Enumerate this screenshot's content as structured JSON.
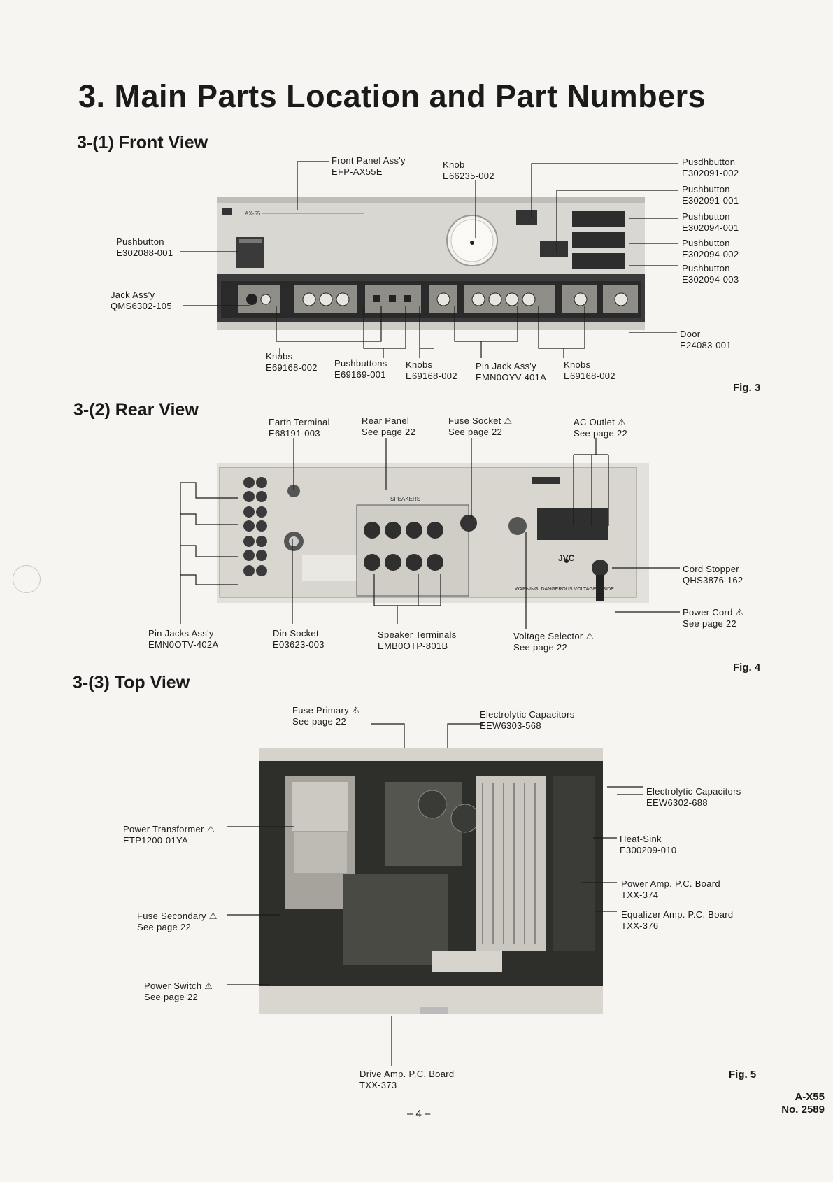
{
  "page": {
    "title": "3. Main Parts Location and Part Numbers",
    "page_number": "– 4 –",
    "model": "A-X55",
    "doc_no": "No. 2589"
  },
  "sections": {
    "front": {
      "heading": "3-(1)  Front View",
      "figure": "Fig. 3"
    },
    "rear": {
      "heading": "3-(2)  Rear View",
      "figure": "Fig. 4"
    },
    "top": {
      "heading": "3-(3)  Top View",
      "figure": "Fig. 5"
    }
  },
  "front_labels": {
    "front_panel": {
      "name": "Front Panel Ass'y",
      "part": "EFP-AX55E"
    },
    "knob_volume": {
      "name": "Knob",
      "part": "E66235-002"
    },
    "pushbutton_1": {
      "name": "Pusdhbutton",
      "part": "E302091-002"
    },
    "pushbutton_2": {
      "name": "Pushbutton",
      "part": "E302091-001"
    },
    "pushbutton_3": {
      "name": "Pushbutton",
      "part": "E302094-001"
    },
    "pushbutton_4": {
      "name": "Pushbutton",
      "part": "E302094-002"
    },
    "pushbutton_5": {
      "name": "Pushbutton",
      "part": "E302094-003"
    },
    "pushbutton_power": {
      "name": "Pushbutton",
      "part": "E302088-001"
    },
    "jack": {
      "name": "Jack Ass'y",
      "part": "QMS6302-105"
    },
    "door": {
      "name": "Door",
      "part": "E24083-001"
    },
    "knobs_1": {
      "name": "Knobs",
      "part": "E69168-002"
    },
    "pushbuttons": {
      "name": "Pushbuttons",
      "part": "E69169-001"
    },
    "knobs_2": {
      "name": "Knobs",
      "part": "E69168-002"
    },
    "pin_jack": {
      "name": "Pin Jack Ass'y",
      "part": "EMN0OYV-401A"
    },
    "knobs_3": {
      "name": "Knobs",
      "part": "E69168-002"
    }
  },
  "rear_labels": {
    "earth": {
      "name": "Earth Terminal",
      "part": "E68191-003"
    },
    "rear_panel": {
      "name": "Rear Panel",
      "part": "See page 22"
    },
    "fuse_socket": {
      "name": "Fuse Socket ⚠",
      "part": "See page 22"
    },
    "ac_outlet": {
      "name": "AC Outlet ⚠",
      "part": "See page 22"
    },
    "cord_stopper": {
      "name": "Cord Stopper",
      "part": "QHS3876-162"
    },
    "power_cord": {
      "name": "Power Cord ⚠",
      "part": "See page 22"
    },
    "pin_jacks": {
      "name": "Pin Jacks Ass'y",
      "part": "EMN0OTV-402A"
    },
    "din_socket": {
      "name": "Din Socket",
      "part": "E03623-003"
    },
    "speaker_terminals": {
      "name": "Speaker Terminals",
      "part": "EMB0OTP-801B"
    },
    "voltage_selector": {
      "name": "Voltage Selector ⚠",
      "part": "See page 22"
    }
  },
  "top_labels": {
    "fuse_primary": {
      "name": "Fuse Primary ⚠",
      "part": "See page 22"
    },
    "electrolytic_1": {
      "name": "Electrolytic Capacitors",
      "part": "EEW6303-568"
    },
    "electrolytic_2": {
      "name": "Electrolytic Capacitors",
      "part": "EEW6302-688"
    },
    "heat_sink": {
      "name": "Heat-Sink",
      "part": "E300209-010"
    },
    "power_amp": {
      "name": "Power Amp. P.C. Board",
      "part": "TXX-374"
    },
    "equalizer_amp": {
      "name": "Equalizer Amp. P.C. Board",
      "part": "TXX-376"
    },
    "power_transformer": {
      "name": "Power Transformer ⚠",
      "part": "ETP1200-01YA"
    },
    "fuse_secondary": {
      "name": "Fuse Secondary ⚠",
      "part": "See page 22"
    },
    "power_switch": {
      "name": "Power Switch ⚠",
      "part": "See page 22"
    },
    "drive_amp": {
      "name": "Drive Amp. P.C. Board",
      "part": "TXX-373"
    }
  },
  "photo_text": {
    "front_model": "AX-55",
    "rear_brand": "JVC",
    "rear_warning": "WARNING: DANGEROUS VOLTAGE INSIDE",
    "rear_speakers": "SPEAKERS"
  }
}
